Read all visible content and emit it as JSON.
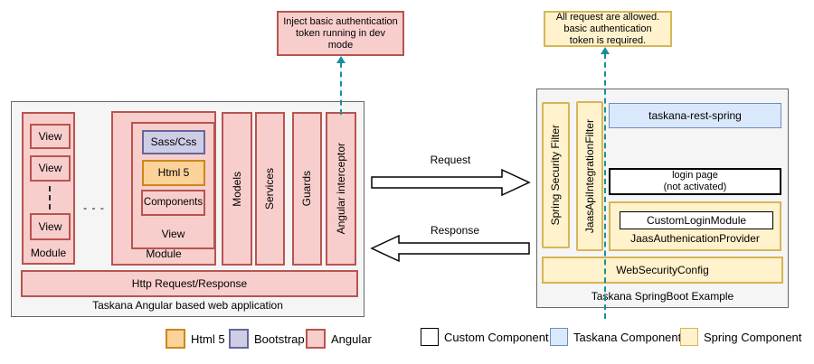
{
  "callouts": {
    "dev_mode": "Inject basic authentication\ntoken running in dev\nmode",
    "auth": "All request are allowed.\nbasic authentication\ntoken is required."
  },
  "arrows": {
    "request_label": "Request",
    "response_label": "Response"
  },
  "angular_app": {
    "title": "Taskana Angular based web application",
    "module_label": "Module",
    "view_label": "View",
    "module1_views": [
      "View",
      "View",
      "View"
    ],
    "ellipsis": "- - -",
    "view_children": {
      "sass": "Sass/Css",
      "html5": "Html 5",
      "components": "Components"
    },
    "columns": [
      "Models",
      "Services",
      "Guards",
      "Angular interceptor"
    ],
    "http_bar": "Http Request/Response"
  },
  "springboot": {
    "title": "Taskana SpringBoot Example",
    "filters": [
      "Spring Security Filter",
      "JaasApiIntegrationFilter"
    ],
    "rest_component": "taskana-rest-spring",
    "login_page": "login page\n(not activated)",
    "custom_login_module": "CustomLoginModule",
    "auth_provider": "JaasAuthenicationProvider",
    "web_security_config": "WebSecurityConfig"
  },
  "legend": {
    "items": [
      {
        "label": "Html 5"
      },
      {
        "label": "Bootstrap"
      },
      {
        "label": "Angular"
      },
      {
        "label": "Custom Component"
      },
      {
        "label": "Taskana Component"
      },
      {
        "label": "Spring Component"
      }
    ]
  },
  "colors": {
    "angular_fill": "#f8cecc",
    "angular_border": "#b85450",
    "html5_fill": "#fcd29b",
    "html5_border": "#cb8819",
    "bootstrap_fill": "#cdcde6",
    "bootstrap_border": "#66669c",
    "taskana_fill": "#dae8fc",
    "taskana_border": "#6c8ebf",
    "spring_fill": "#fff2cc",
    "spring_border": "#d6b656",
    "custom_fill": "#ffffff",
    "custom_border": "#000000",
    "container_fill": "#f5f5f5",
    "container_border": "#686868",
    "annotation_arrow": "#178f99"
  }
}
